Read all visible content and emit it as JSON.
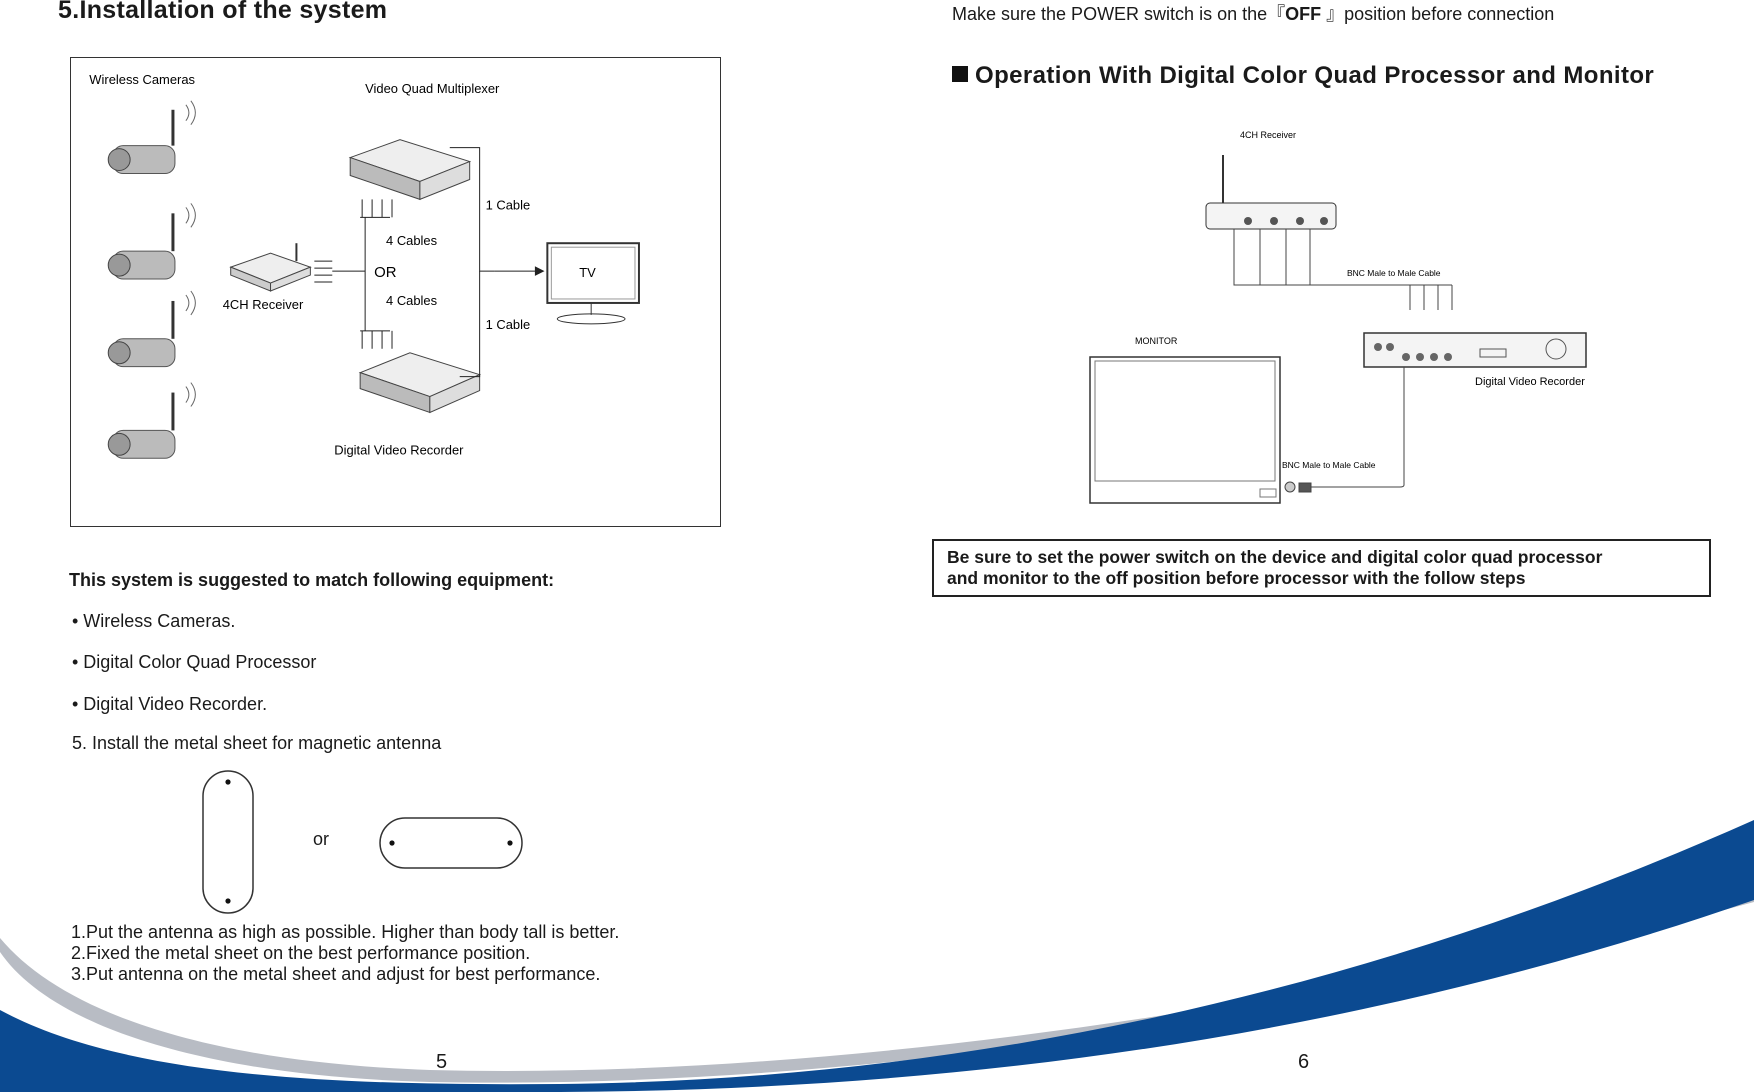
{
  "left_page": {
    "title": "5.Installation of the system",
    "diagram": {
      "wireless_cameras": "Wireless Cameras",
      "video_quad_multiplexer": "Video Quad Multiplexer",
      "receiver": "4CH Receiver",
      "cables_top": "4 Cables",
      "cables_bottom": "4 Cables",
      "or": "OR",
      "cable_top": "1 Cable",
      "cable_bottom": "1 Cable",
      "tv": "TV",
      "dvr": "Digital Video Recorder"
    },
    "suggest_heading": "This system is suggested to match following equipment:",
    "bullets": [
      "• Wireless Cameras.",
      "• Digital Color Quad Processor",
      "• Digital Video Recorder."
    ],
    "install_step": "5.  Install the metal sheet for magnetic antenna",
    "or_label": "or",
    "steps": [
      "1.Put the antenna as high as possible. Higher than body tall is better.",
      "2.Fixed the metal sheet on the best performance position.",
      "3.Put antenna on the metal sheet and adjust for best performance."
    ],
    "page_number": "5"
  },
  "right_page": {
    "top_note_before": "Make sure the POWER switch is on the『",
    "top_note_bold": "OFF",
    "top_note_after": " 』position before connection",
    "heading": "Operation With Digital Color Quad Processor and Monitor",
    "diagram": {
      "receiver": "4CH Receiver",
      "bnc_top": "BNC Male to Male Cable",
      "monitor": "MONITOR",
      "dvr": "Digital Video Recorder",
      "bnc_bottom": "BNC Male to Male Cable"
    },
    "warning_line1": "Be sure to set the power switch on the device and digital color quad processor",
    "warning_line2": "and monitor to the off position before processor with the follow steps",
    "page_number": "6"
  },
  "colors": {
    "wave_blue": "#0b4a91",
    "wave_grey": "#b8bcc4",
    "text": "#1a1a1a"
  }
}
